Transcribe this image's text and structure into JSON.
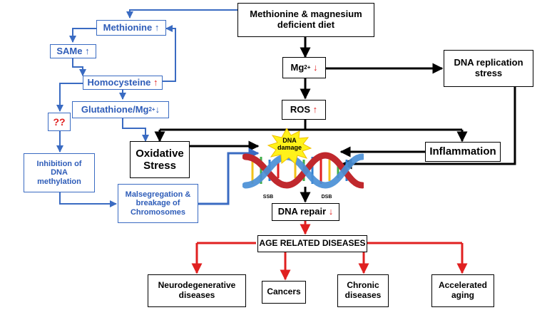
{
  "nodes": {
    "diet": {
      "line1": "Methionine & magnesium",
      "line2": "deficient diet"
    },
    "mg": {
      "label": "Mg",
      "sup": "2+",
      "arrow": "↓"
    },
    "ros": {
      "label": "ROS",
      "arrow": "↑"
    },
    "dna_replication_stress": {
      "line1": "DNA replication",
      "line2": "stress"
    },
    "methionine": {
      "label": "Methionine",
      "arrow": "↑"
    },
    "same": {
      "label": "SAMe",
      "arrow": "↑"
    },
    "homocysteine": {
      "label": "Homocysteine",
      "arrow": "↑"
    },
    "glutathione": {
      "label": "Glutathione/Mg",
      "sup": "2+",
      "arrow": "↓"
    },
    "unknown": {
      "label": "??"
    },
    "inhibition": {
      "line1": "Inhibition of",
      "line2": "DNA",
      "line3": "methylation"
    },
    "oxidative_stress": {
      "line1": "Oxidative",
      "line2": "Stress"
    },
    "inflammation": {
      "label": "Inflammation"
    },
    "malsegregation": {
      "line1": "Malsegregation &",
      "line2": "breakage of",
      "line3": "Chromosomes"
    },
    "dna_damage": {
      "line1": "DNA",
      "line2": "damage"
    },
    "ssb": "SSB",
    "dsb": "DSB",
    "dna_repair": {
      "label": "DNA repair",
      "arrow": "↓"
    },
    "age_related": {
      "label": "AGE RELATED DISEASES"
    },
    "outcomes": [
      {
        "line1": "Neurodegenerative",
        "line2": "diseases"
      },
      {
        "line1": "Cancers",
        "line2": ""
      },
      {
        "line1": "Chronic",
        "line2": "diseases"
      },
      {
        "line1": "Accelerated",
        "line2": "aging"
      }
    ]
  },
  "colors": {
    "black": "#000000",
    "blue": "#3a6bc2",
    "red": "#e02020",
    "burst": "#fff21a"
  }
}
